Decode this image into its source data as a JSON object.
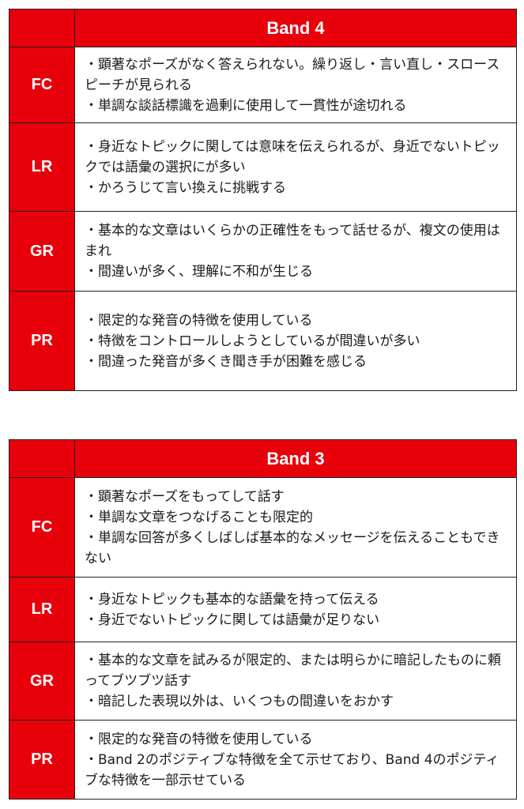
{
  "band4": {
    "title": "Band 4",
    "rows": [
      {
        "label": "FC",
        "lines": [
          "・顕著なポーズがなく答えられない。繰り返し・言い直し・スロースピーチが見られる",
          "・単調な談話標識を過剰に使用して一貫性が途切れる"
        ]
      },
      {
        "label": "LR",
        "lines": [
          "・身近なトピックに関しては意味を伝えられるが、身近でないトピックでは語彙の選択にが多い",
          "・かろうじて言い換えに挑戦する"
        ]
      },
      {
        "label": "GR",
        "lines": [
          "・基本的な文章はいくらかの正確性をもって話せるが、複文の使用はまれ",
          "・間違いが多く、理解に不和が生じる"
        ]
      },
      {
        "label": "PR",
        "lines": [
          "・限定的な発音の特徴を使用している",
          "・特徴をコントロールしようとしているが間違いが多い",
          "・間違った発音が多くき聞き手が困難を感じる"
        ]
      }
    ]
  },
  "band3": {
    "title": "Band 3",
    "rows": [
      {
        "label": "FC",
        "lines": [
          "・顕著なポーズをもってして話す",
          "・単調な文章をつなげることも限定的",
          "・単調な回答が多くしばしば基本的なメッセージを伝えることもできない"
        ]
      },
      {
        "label": "LR",
        "lines": [
          "・身近なトピックも基本的な語彙を持って伝える",
          "・身近でないトピックに関しては語彙が足りない"
        ]
      },
      {
        "label": "GR",
        "lines": [
          "・基本的な文章を試みるが限定的、または明らかに暗記したものに頼ってブツブツ話す",
          "・暗記した表現以外は、いくつもの間違いをおかす"
        ]
      },
      {
        "label": "PR",
        "lines": [
          "・限定的な発音の特徴を使用している",
          "・Band 2のポジティブな特徴を全て示せており、Band 4のポジティブな特徴を一部示せている"
        ]
      }
    ]
  }
}
